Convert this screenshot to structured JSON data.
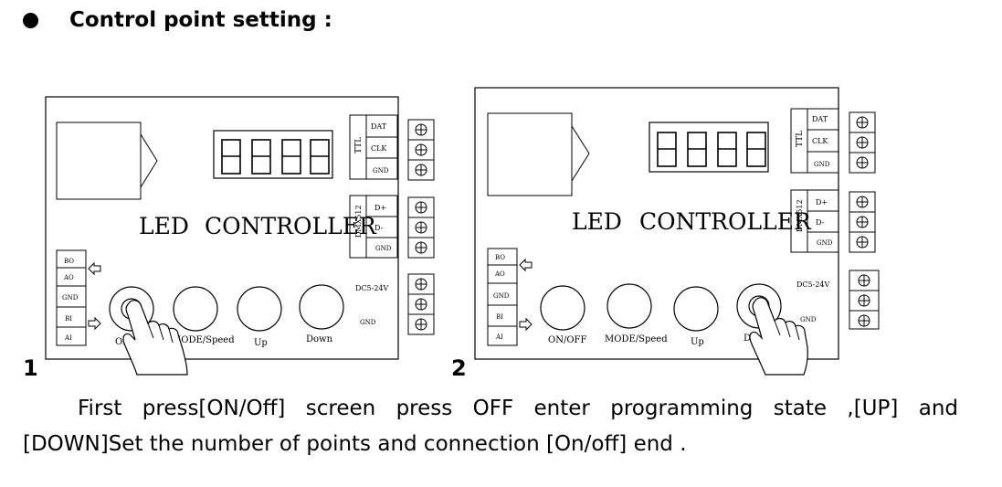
{
  "heading": {
    "text": "Control point setting :"
  },
  "diagrams": [
    {
      "number": "1",
      "title_led": "LED",
      "title_controller": "CONTROLLER",
      "ttl_label": "TTL",
      "ttl_pins": [
        "DAT",
        "CLK",
        "GND"
      ],
      "dmx_label": "DMX512",
      "dmx_pins": [
        "D+",
        "D-",
        "GND"
      ],
      "side_pins": [
        "BO",
        "AO",
        "GND",
        "BI",
        "AI"
      ],
      "power_label": "DC5-24V",
      "gnd_label": "GND",
      "buttons": [
        "ON/OFF",
        "MODE/Speed",
        "Up",
        "Down"
      ],
      "pressed_button": "ON/OFF"
    },
    {
      "number": "2",
      "title_led": "LED",
      "title_controller": "CONTROLLER",
      "ttl_label": "TTL",
      "ttl_pins": [
        "DAT",
        "CLK",
        "GND"
      ],
      "dmx_label": "DMX512",
      "dmx_pins": [
        "D+",
        "D-",
        "GND"
      ],
      "side_pins": [
        "BO",
        "AO",
        "GND",
        "BI",
        "AI"
      ],
      "power_label": "DC5-24V",
      "gnd_label": "GND",
      "buttons": [
        "ON/OFF",
        "MODE/Speed",
        "Up",
        "Down"
      ],
      "pressed_button": "Down"
    }
  ],
  "paragraph": {
    "line1": "First press[ON/Off] screen press OFF enter programming state ,[UP] and",
    "line2": "[DOWN]Set the number of points and connection [On/off] end ."
  }
}
